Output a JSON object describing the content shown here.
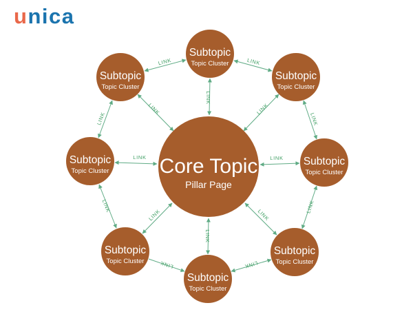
{
  "logo": {
    "brand_u": "u",
    "brand_rest": "nica"
  },
  "colors": {
    "node_fill": "#A65D2C",
    "node_text": "#FFFFFF",
    "arrow": "#5FAB85",
    "link_text": "#3F9E63",
    "logo_orange": "#E9684A",
    "logo_blue": "#1B74AE",
    "background": "#FFFFFF"
  },
  "diagram": {
    "core": {
      "title": "Core Topic",
      "subtitle": "Pillar Page"
    },
    "subtopics": [
      {
        "position": "top",
        "title": "Subtopic",
        "subtitle": "Topic Cluster"
      },
      {
        "position": "top-right",
        "title": "Subtopic",
        "subtitle": "Topic Cluster"
      },
      {
        "position": "right",
        "title": "Subtopic",
        "subtitle": "Topic Cluster"
      },
      {
        "position": "bottom-right",
        "title": "Subtopic",
        "subtitle": "Topic Cluster"
      },
      {
        "position": "bottom",
        "title": "Subtopic",
        "subtitle": "Topic Cluster"
      },
      {
        "position": "bottom-left",
        "title": "Subtopic",
        "subtitle": "Topic Cluster"
      },
      {
        "position": "left",
        "title": "Subtopic",
        "subtitle": "Topic Cluster"
      },
      {
        "position": "top-left",
        "title": "Subtopic",
        "subtitle": "Topic Cluster"
      }
    ],
    "connections": [
      {
        "from": "Subtopic (top)",
        "to": "Core Topic",
        "label": "LINK"
      },
      {
        "from": "Subtopic (top-left)",
        "to": "Core Topic",
        "label": "LINK"
      },
      {
        "from": "Subtopic (top-right)",
        "to": "Core Topic",
        "label": "LINK"
      },
      {
        "from": "Subtopic (left)",
        "to": "Core Topic",
        "label": "LINK"
      },
      {
        "from": "Subtopic (right)",
        "to": "Core Topic",
        "label": "LINK"
      },
      {
        "from": "Subtopic (bottom-left)",
        "to": "Core Topic",
        "label": "LINK"
      },
      {
        "from": "Subtopic (bottom-right)",
        "to": "Core Topic",
        "label": "LINK"
      },
      {
        "from": "Subtopic (bottom)",
        "to": "Core Topic",
        "label": "LINK"
      },
      {
        "from": "Subtopic (top-left)",
        "to": "Subtopic (top)",
        "label": "LINK"
      },
      {
        "from": "Subtopic (top)",
        "to": "Subtopic (top-right)",
        "label": "LINK"
      },
      {
        "from": "Subtopic (top-left)",
        "to": "Subtopic (left)",
        "label": "LINK"
      },
      {
        "from": "Subtopic (top-right)",
        "to": "Subtopic (right)",
        "label": "LINK"
      },
      {
        "from": "Subtopic (left)",
        "to": "Subtopic (bottom-left)",
        "label": "LINK"
      },
      {
        "from": "Subtopic (right)",
        "to": "Subtopic (bottom-right)",
        "label": "LINK"
      },
      {
        "from": "Subtopic (bottom-left)",
        "to": "Subtopic (bottom)",
        "label": "LINK"
      },
      {
        "from": "Subtopic (bottom)",
        "to": "Subtopic (bottom-right)",
        "label": "LINK"
      }
    ]
  }
}
